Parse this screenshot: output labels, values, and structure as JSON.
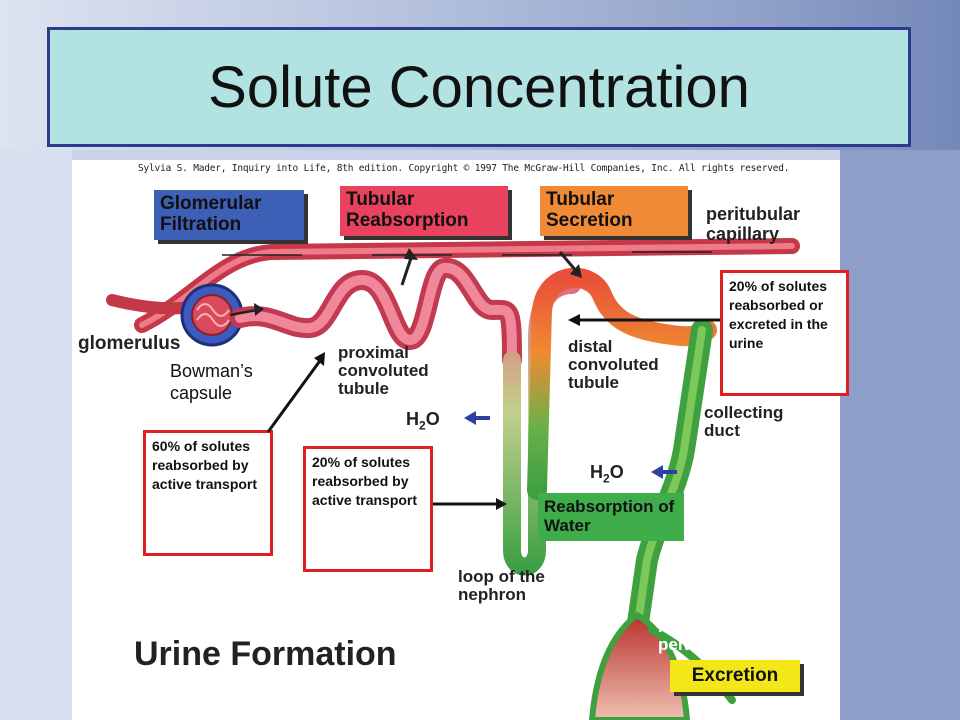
{
  "slide": {
    "title": "Solute Concentration"
  },
  "figure": {
    "credit": "Sylvia S. Mader, Inquiry into Life, 8th edition. Copyright © 1997 The McGraw-Hill Companies, Inc. All rights reserved.",
    "stages": {
      "glomerular": "Glomerular Filtration",
      "reabsorption": "Tubular Reabsorption",
      "secretion": "Tubular Secretion"
    },
    "labels": {
      "peritubular": "peritubular capillary",
      "glomerulus": "glomerulus",
      "bowmans": "Bowman’s capsule",
      "proximal": "proximal convoluted tubule",
      "distal": "distal convoluted tubule",
      "collecting": "collecting duct",
      "h2o_1": "H",
      "h2o_1_sub": "2",
      "h2o_1_tail": "O",
      "h2o_2": "H",
      "h2o_2_sub": "2",
      "h2o_2_tail": "O",
      "water": "Reabsorption of Water",
      "loop": "loop of the nephron",
      "renal": "renal pelvis",
      "excretion": "Excretion",
      "urine": "Urine Formation"
    },
    "callouts": {
      "proximal_pct": "60% of solutes reabsorbed by active transport",
      "loop_pct": "20% of solutes reabsorbed by active transport",
      "distal_pct": "20% of solutes reabsorbed or excreted in the urine"
    }
  }
}
